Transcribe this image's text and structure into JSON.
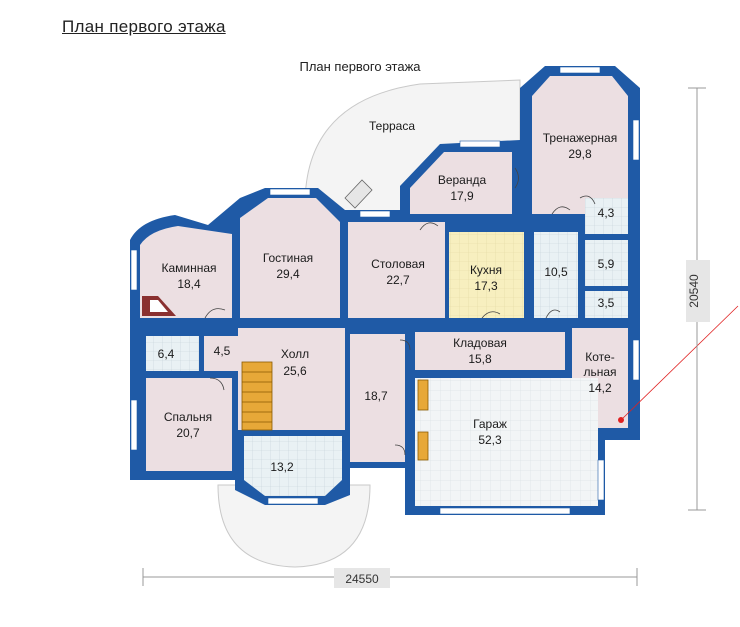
{
  "page_title": "План первого этажа",
  "plan_caption": "План первого этажа",
  "dimensions": {
    "width": "24550",
    "height": "20540"
  },
  "rooms": [
    {
      "id": "terrace",
      "label": "Терраса",
      "area": ""
    },
    {
      "id": "gym",
      "label": "Тренажерная",
      "area": "29,8"
    },
    {
      "id": "veranda",
      "label": "Веранда",
      "area": "17,9"
    },
    {
      "id": "fireplace",
      "label": "Каминная",
      "area": "18,4"
    },
    {
      "id": "living",
      "label": "Гостиная",
      "area": "29,4"
    },
    {
      "id": "dining",
      "label": "Столовая",
      "area": "22,7"
    },
    {
      "id": "kitchen",
      "label": "Кухня",
      "area": "17,3"
    },
    {
      "id": "bath1",
      "label": "",
      "area": "10,5"
    },
    {
      "id": "wc1",
      "label": "",
      "area": "4,3"
    },
    {
      "id": "wc2",
      "label": "",
      "area": "5,9"
    },
    {
      "id": "wc3",
      "label": "",
      "area": "3,5"
    },
    {
      "id": "bath2",
      "label": "",
      "area": "6,4"
    },
    {
      "id": "corridor",
      "label": "",
      "area": "4,5"
    },
    {
      "id": "hall",
      "label": "Холл",
      "area": "25,6"
    },
    {
      "id": "pantry",
      "label": "Кладовая",
      "area": "15,8"
    },
    {
      "id": "boiler",
      "label": "Коте-\nльная",
      "area": "14,2"
    },
    {
      "id": "bedroom",
      "label": "Спальня",
      "area": "20,7"
    },
    {
      "id": "passage",
      "label": "",
      "area": "18,7"
    },
    {
      "id": "garage",
      "label": "Гараж",
      "area": "52,3"
    },
    {
      "id": "vestibule",
      "label": "",
      "area": "13,2"
    }
  ],
  "colors": {
    "wall": "#1f5aa6",
    "room": "#ecdfe2",
    "tile": "#e8f0f3",
    "kitchen": "#f7efbf",
    "stairs": "#e7a838"
  }
}
